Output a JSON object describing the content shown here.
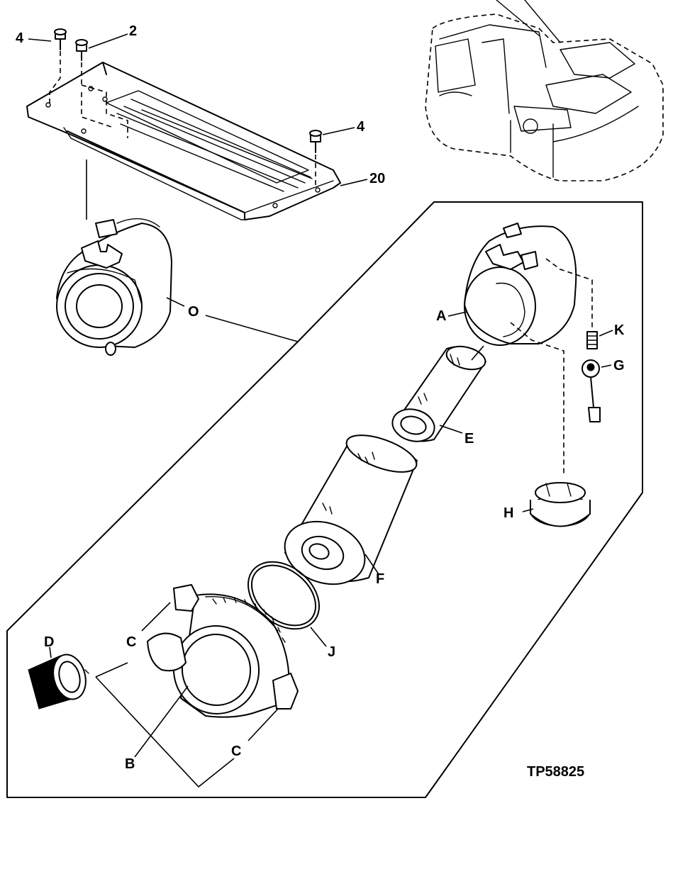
{
  "labels": {
    "bolt_left": "4",
    "bolt_top": "2",
    "bolt_right": "4",
    "plate": "20",
    "housing_assembly": "O",
    "housing": "A",
    "fitting": "K",
    "indicator": "G",
    "safety_element": "E",
    "primary_element": "F",
    "valve": "H",
    "ring": "J",
    "cap": "D",
    "clamp_upper": "C",
    "clamp_lower": "C",
    "cover": "B",
    "figure_code": "TP58825"
  }
}
